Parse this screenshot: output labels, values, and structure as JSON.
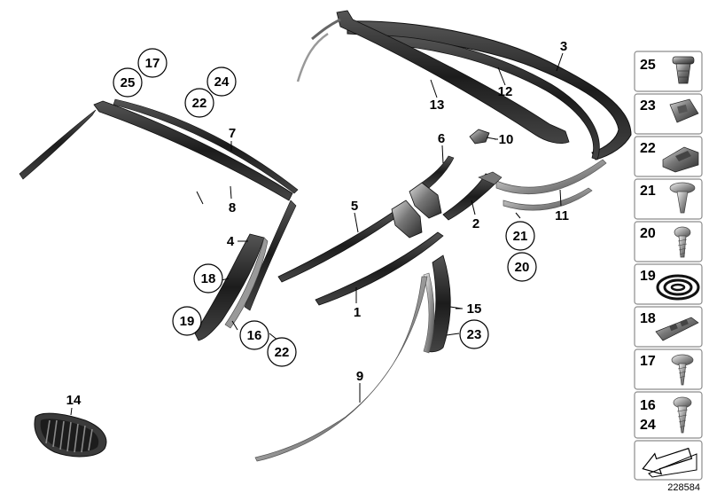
{
  "diagram": {
    "plain_labels": [
      "1",
      "2",
      "3",
      "4",
      "5",
      "6",
      "7",
      "8",
      "9",
      "10",
      "11",
      "12",
      "13",
      "14",
      "15"
    ],
    "circled_labels": [
      "17",
      "25",
      "24",
      "22",
      "18",
      "19",
      "16",
      "22",
      "21",
      "20",
      "23"
    ],
    "panel_labels": [
      "25",
      "23",
      "22",
      "21",
      "20",
      "19",
      "18",
      "17",
      "16",
      "24"
    ],
    "figure_number": "228584",
    "colors": {
      "part_dark": "#2a2a2a",
      "part_mid": "#6d6d6d",
      "part_light": "#b8b8b8",
      "panel_border": "#8c8c8c"
    }
  }
}
